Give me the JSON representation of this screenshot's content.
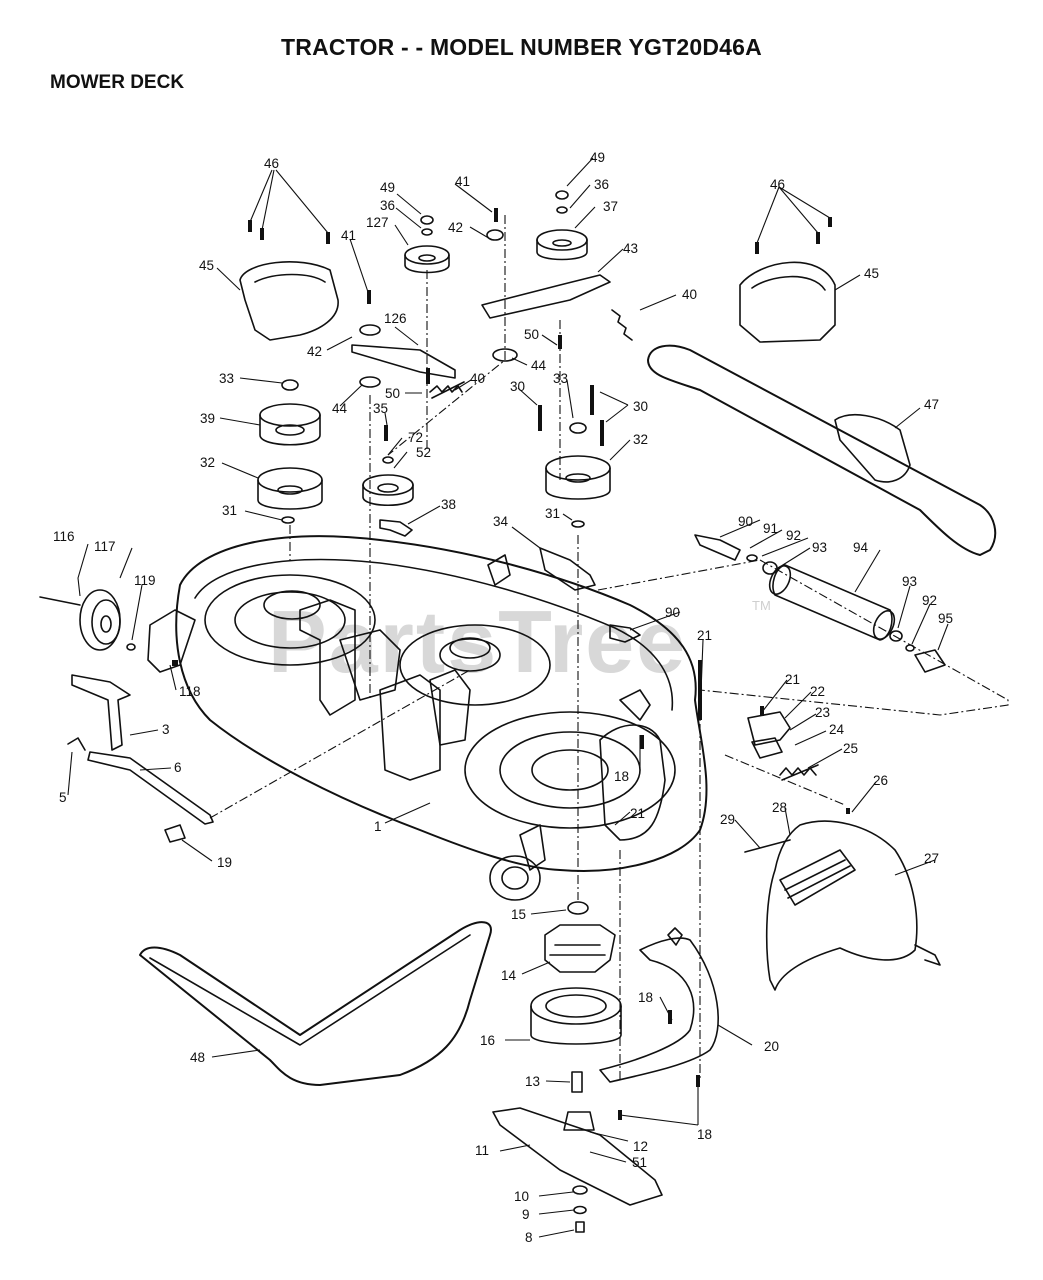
{
  "header": {
    "title": "TRACTOR - - MODEL NUMBER YGT20D46A",
    "subtitle": "MOWER DECK"
  },
  "watermark": {
    "text": "PartsTree",
    "tm": "TM"
  },
  "callouts": {
    "c46a": "46",
    "c45a": "45",
    "c49a": "49",
    "c36a": "36",
    "c127": "127",
    "c41a": "41",
    "c42a": "42",
    "c126": "126",
    "c33a": "33",
    "c50a": "50",
    "c44a": "44",
    "c40a": "40",
    "c39": "39",
    "c35": "35",
    "c72": "72",
    "c52": "52",
    "c32a": "32",
    "c31a": "31",
    "c38": "38",
    "c41b": "41",
    "c42b": "42",
    "c49b": "49",
    "c36b": "36",
    "c37": "37",
    "c43": "43",
    "c40b": "40",
    "c50b": "50",
    "c44b": "44",
    "c30a": "30",
    "c33b": "33",
    "c30b": "30",
    "c32b": "32",
    "c31b": "31",
    "c34": "34",
    "c46b": "46",
    "c45b": "45",
    "c47": "47",
    "c90a": "90",
    "c91": "91",
    "c92a": "92",
    "c93a": "93",
    "c94": "94",
    "c93b": "93",
    "c92b": "92",
    "c95": "95",
    "c90b": "90",
    "c21a": "21",
    "c21b": "21",
    "c22": "22",
    "c23": "23",
    "c24": "24",
    "c25": "25",
    "c26": "26",
    "c116": "116",
    "c117": "117",
    "c119": "119",
    "c118": "118",
    "c3": "3",
    "c6": "6",
    "c5": "5",
    "c19": "19",
    "c1": "1",
    "c18a": "18",
    "c21c": "21",
    "c28": "28",
    "c29": "29",
    "c27": "27",
    "c15": "15",
    "c14": "14",
    "c16": "16",
    "c18b": "18",
    "c20": "20",
    "c48": "48",
    "c13": "13",
    "c12": "12",
    "c11": "11",
    "c51": "51",
    "c18c": "18",
    "c10": "10",
    "c9": "9",
    "c8": "8"
  }
}
